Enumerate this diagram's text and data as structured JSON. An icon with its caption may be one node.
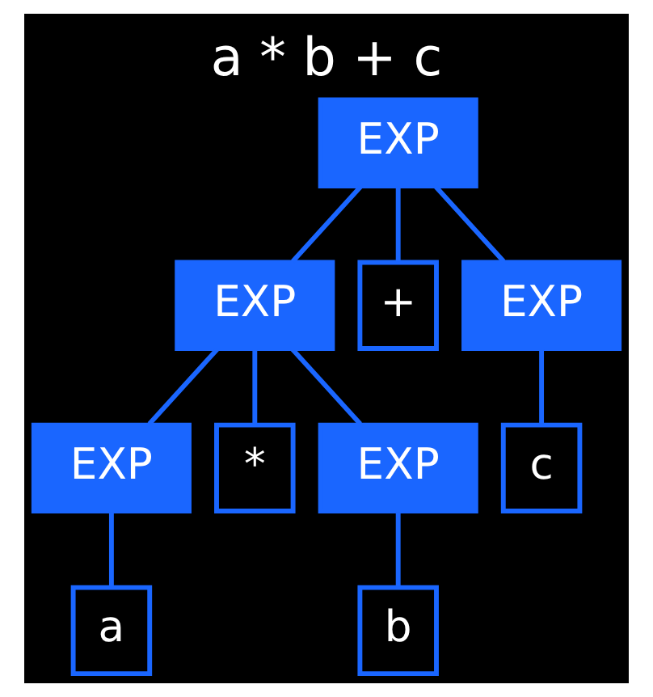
{
  "diagram": {
    "title": "a * b + c",
    "nodes": [
      {
        "text": [
          "EXP"
        ]
      },
      {
        "text": [
          "EXP"
        ]
      },
      {
        "text": [
          "+"
        ]
      },
      {
        "text": [
          "EXP"
        ]
      },
      {
        "text": [
          "EXP"
        ]
      },
      {
        "text": [
          "*"
        ]
      },
      {
        "text": [
          "EXP"
        ]
      },
      {
        "text": [
          "c"
        ]
      },
      {
        "text": [
          "a"
        ]
      },
      {
        "text": [
          "b"
        ]
      }
    ],
    "edges": [
      {
        "from": 0,
        "to": 1,
        "arrow": "none"
      },
      {
        "from": 0,
        "to": 2,
        "arrow": "none"
      },
      {
        "from": 0,
        "to": 3,
        "arrow": "none"
      },
      {
        "from": 1,
        "to": 4,
        "arrow": "none"
      },
      {
        "from": 1,
        "to": 5,
        "arrow": "none"
      },
      {
        "from": 1,
        "to": 6,
        "arrow": "none"
      },
      {
        "from": 3,
        "to": 7,
        "arrow": "none"
      },
      {
        "from": 4,
        "to": 8,
        "arrow": "none"
      },
      {
        "from": 6,
        "to": 9,
        "arrow": "none"
      }
    ]
  }
}
